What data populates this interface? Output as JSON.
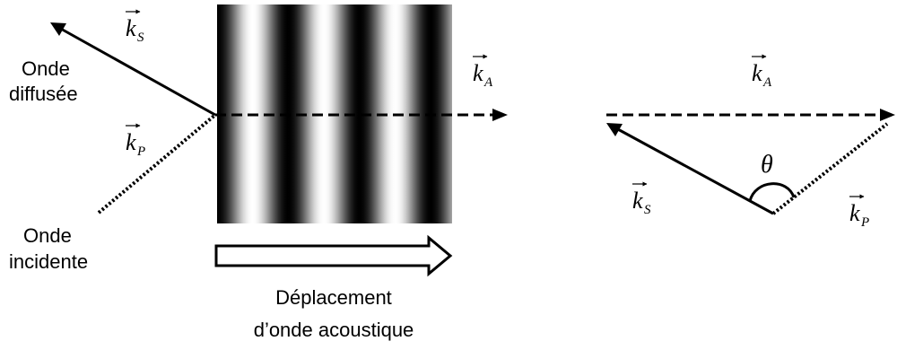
{
  "labels": {
    "scattered_wave": [
      "Onde",
      "diffusée"
    ],
    "incident_wave": [
      "Onde",
      "incidente"
    ],
    "displacement": [
      "Déplacement",
      "d’onde acoustique"
    ],
    "angle": "θ"
  },
  "vectors": {
    "k_symbol": "k",
    "scattered_sub": "S",
    "incident_sub": "P",
    "acoustic_sub": "A"
  },
  "colors": {
    "ink": "#000000",
    "fringe_dark": "#000000",
    "fringe_light": "#ffffff"
  },
  "grating": {
    "periods": 3.3
  }
}
